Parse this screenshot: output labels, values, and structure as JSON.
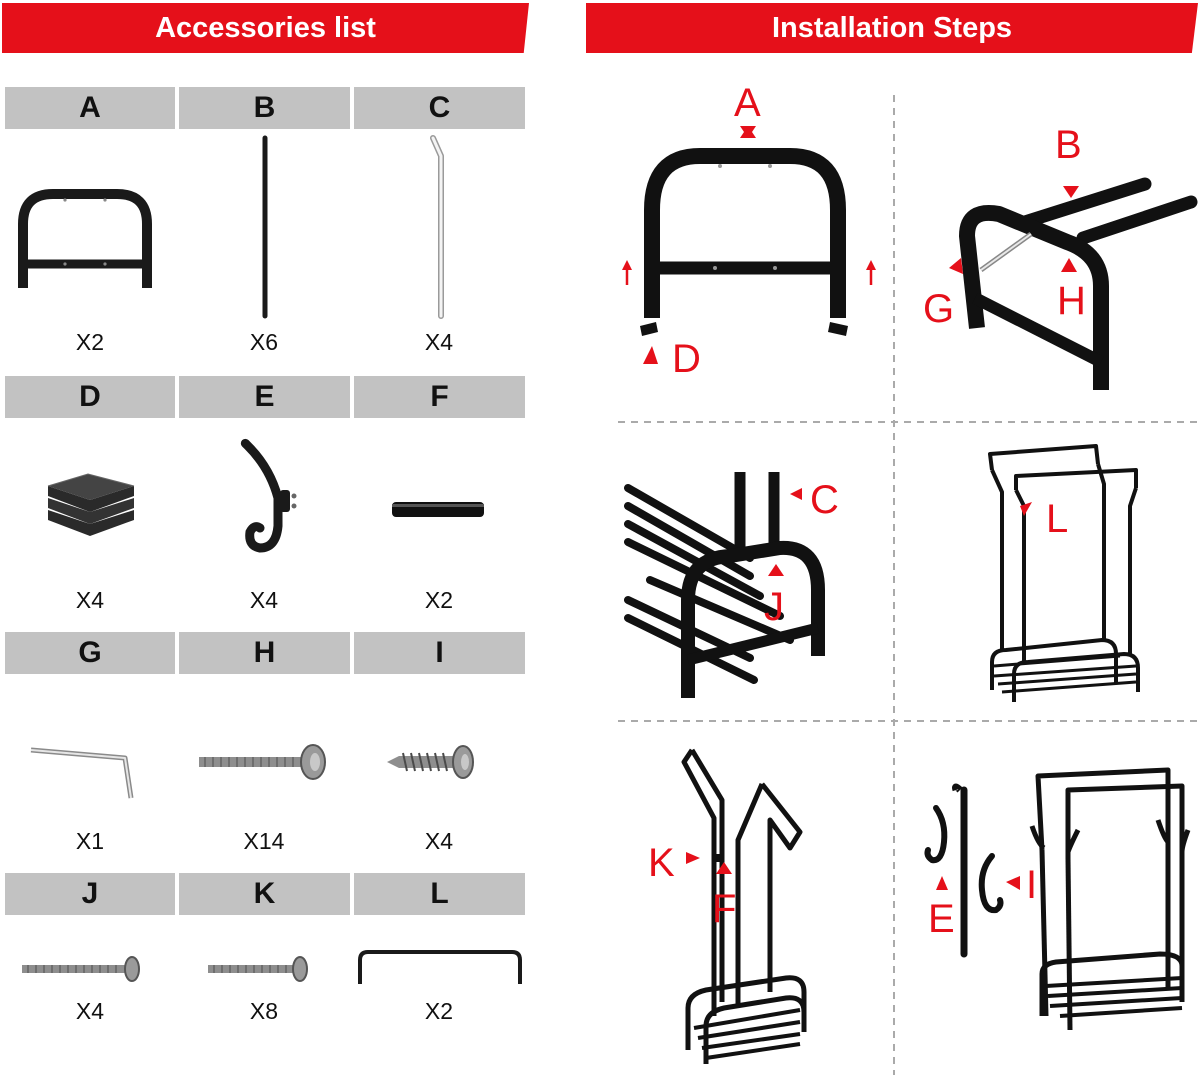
{
  "accessories": {
    "title": "Accessories list",
    "parts": [
      {
        "letter": "A",
        "qty": "X2",
        "icon": "frame-icon"
      },
      {
        "letter": "B",
        "qty": "X6",
        "icon": "rod-icon"
      },
      {
        "letter": "C",
        "qty": "X4",
        "icon": "bent-rod-icon"
      },
      {
        "letter": "D",
        "qty": "X4",
        "icon": "foot-pad-icon"
      },
      {
        "letter": "E",
        "qty": "X4",
        "icon": "hook-icon"
      },
      {
        "letter": "F",
        "qty": "X2",
        "icon": "connector-tube-icon"
      },
      {
        "letter": "G",
        "qty": "X1",
        "icon": "allen-key-icon"
      },
      {
        "letter": "H",
        "qty": "X14",
        "icon": "long-bolt-icon"
      },
      {
        "letter": "I",
        "qty": "X4",
        "icon": "screw-icon"
      },
      {
        "letter": "J",
        "qty": "X4",
        "icon": "bolt-icon"
      },
      {
        "letter": "K",
        "qty": "X8",
        "icon": "short-bolt-icon"
      },
      {
        "letter": "L",
        "qty": "X2",
        "icon": "top-bar-icon"
      }
    ]
  },
  "installation": {
    "title": "Installation Steps",
    "steps": [
      {
        "labels": [
          "A",
          "D"
        ]
      },
      {
        "labels": [
          "B",
          "G",
          "H"
        ]
      },
      {
        "labels": [
          "C",
          "J"
        ]
      },
      {
        "labels": [
          "L"
        ]
      },
      {
        "labels": [
          "K",
          "F"
        ]
      },
      {
        "labels": [
          "E",
          "I"
        ]
      }
    ]
  },
  "colors": {
    "banner": "#e5101a",
    "header": "#c2c2c2",
    "callout": "#e5101a",
    "metal": "#111111"
  }
}
